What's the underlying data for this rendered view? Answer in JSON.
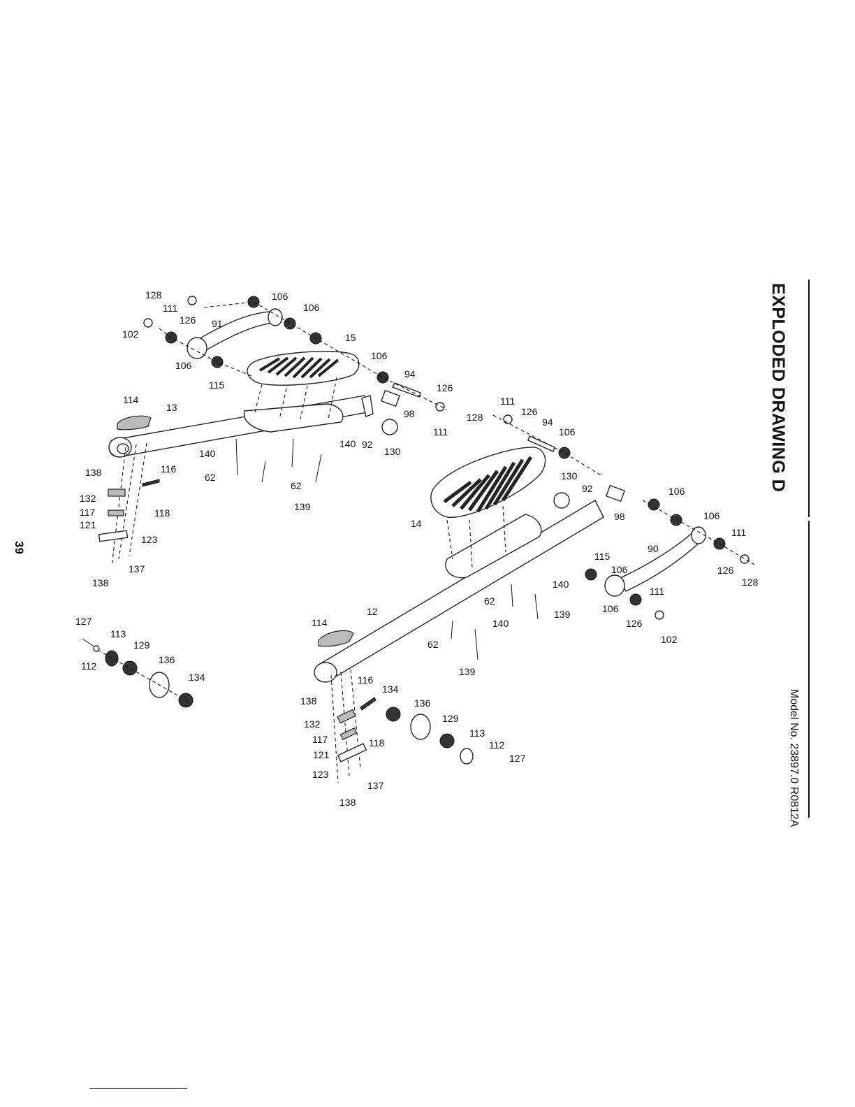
{
  "title": "EXPLODED DRAWING D",
  "model": "Model No. 23897.0 R0812A",
  "page_number": "39",
  "callouts": [
    {
      "id": "c1",
      "text": "128"
    },
    {
      "id": "c2",
      "text": "106"
    },
    {
      "id": "c3",
      "text": "111"
    },
    {
      "id": "c4",
      "text": "126"
    },
    {
      "id": "c5",
      "text": "106"
    },
    {
      "id": "c6",
      "text": "91"
    },
    {
      "id": "c7",
      "text": "102"
    },
    {
      "id": "c8",
      "text": "15"
    },
    {
      "id": "c9",
      "text": "106"
    },
    {
      "id": "c10",
      "text": "115"
    },
    {
      "id": "c11",
      "text": "106"
    },
    {
      "id": "c12",
      "text": "94"
    },
    {
      "id": "c13",
      "text": "126"
    },
    {
      "id": "c14",
      "text": "114"
    },
    {
      "id": "c15",
      "text": "13"
    },
    {
      "id": "c16",
      "text": "98"
    },
    {
      "id": "c17",
      "text": "111"
    },
    {
      "id": "c18",
      "text": "126"
    },
    {
      "id": "c19",
      "text": "128"
    },
    {
      "id": "c20",
      "text": "111"
    },
    {
      "id": "c21",
      "text": "94"
    },
    {
      "id": "c22",
      "text": "140"
    },
    {
      "id": "c23",
      "text": "140"
    },
    {
      "id": "c24",
      "text": "92"
    },
    {
      "id": "c25",
      "text": "130"
    },
    {
      "id": "c26",
      "text": "106"
    },
    {
      "id": "c27",
      "text": "62"
    },
    {
      "id": "c28",
      "text": "62"
    },
    {
      "id": "c29",
      "text": "138"
    },
    {
      "id": "c30",
      "text": "116"
    },
    {
      "id": "c31",
      "text": "130"
    },
    {
      "id": "c32",
      "text": "92"
    },
    {
      "id": "c33",
      "text": "132"
    },
    {
      "id": "c34",
      "text": "139"
    },
    {
      "id": "c35",
      "text": "106"
    },
    {
      "id": "c36",
      "text": "117"
    },
    {
      "id": "c37",
      "text": "118"
    },
    {
      "id": "c38",
      "text": "121"
    },
    {
      "id": "c39",
      "text": "98"
    },
    {
      "id": "c40",
      "text": "14"
    },
    {
      "id": "c41",
      "text": "106"
    },
    {
      "id": "c42",
      "text": "123"
    },
    {
      "id": "c43",
      "text": "111"
    },
    {
      "id": "c44",
      "text": "90"
    },
    {
      "id": "c45",
      "text": "115"
    },
    {
      "id": "c46",
      "text": "137"
    },
    {
      "id": "c47",
      "text": "106"
    },
    {
      "id": "c48",
      "text": "126"
    },
    {
      "id": "c49",
      "text": "128"
    },
    {
      "id": "c50",
      "text": "138"
    },
    {
      "id": "c51",
      "text": "140"
    },
    {
      "id": "c52",
      "text": "62"
    },
    {
      "id": "c53",
      "text": "139"
    },
    {
      "id": "c54",
      "text": "111"
    },
    {
      "id": "c55",
      "text": "106"
    },
    {
      "id": "c56",
      "text": "126"
    },
    {
      "id": "c57",
      "text": "102"
    },
    {
      "id": "c58",
      "text": "12"
    },
    {
      "id": "c59",
      "text": "140"
    },
    {
      "id": "c60",
      "text": "127"
    },
    {
      "id": "c61",
      "text": "113"
    },
    {
      "id": "c62",
      "text": "114"
    },
    {
      "id": "c63",
      "text": "62"
    },
    {
      "id": "c64",
      "text": "129"
    },
    {
      "id": "c65",
      "text": "112"
    },
    {
      "id": "c66",
      "text": "136"
    },
    {
      "id": "c67",
      "text": "139"
    },
    {
      "id": "c68",
      "text": "134"
    },
    {
      "id": "c69",
      "text": "116"
    },
    {
      "id": "c70",
      "text": "134"
    },
    {
      "id": "c71",
      "text": "138"
    },
    {
      "id": "c72",
      "text": "136"
    },
    {
      "id": "c73",
      "text": "132"
    },
    {
      "id": "c74",
      "text": "129"
    },
    {
      "id": "c75",
      "text": "117"
    },
    {
      "id": "c76",
      "text": "113"
    },
    {
      "id": "c77",
      "text": "118"
    },
    {
      "id": "c78",
      "text": "121"
    },
    {
      "id": "c79",
      "text": "112"
    },
    {
      "id": "c80",
      "text": "127"
    },
    {
      "id": "c81",
      "text": "123"
    },
    {
      "id": "c82",
      "text": "137"
    },
    {
      "id": "c83",
      "text": "138"
    }
  ]
}
